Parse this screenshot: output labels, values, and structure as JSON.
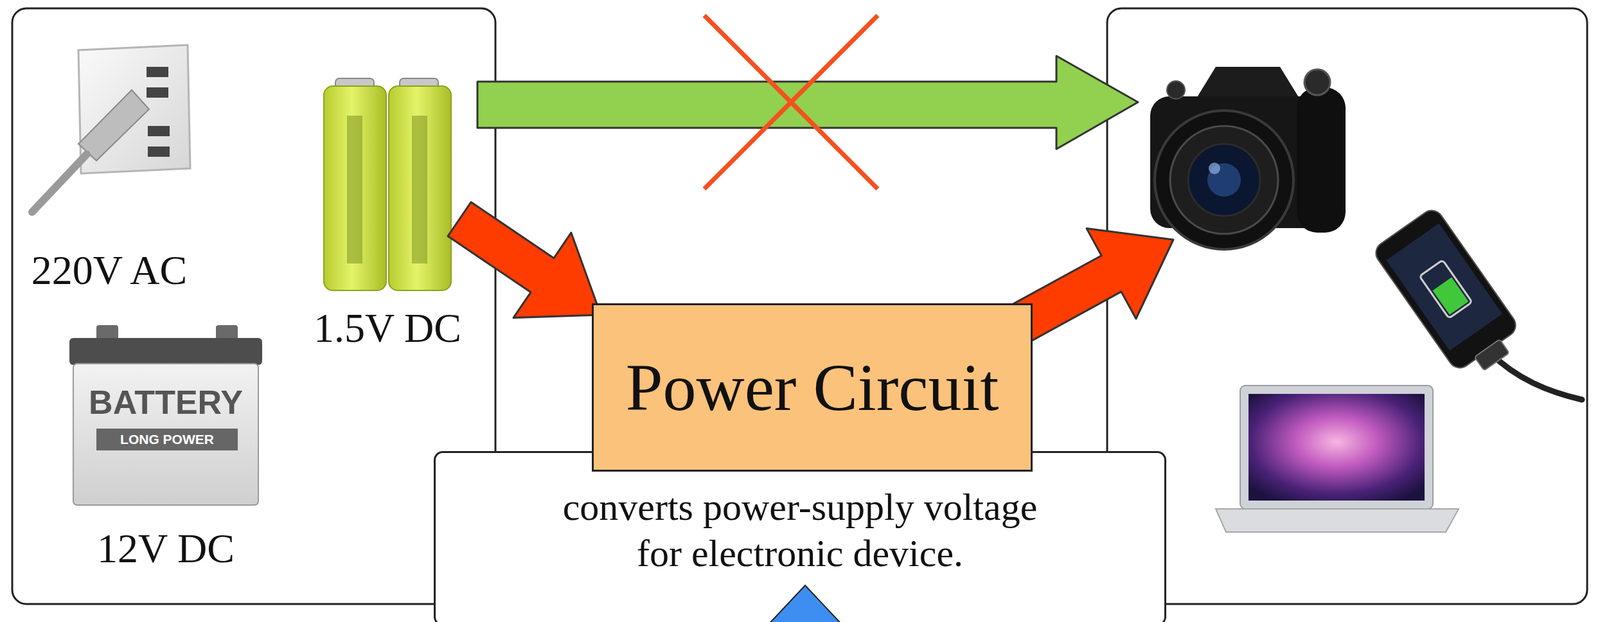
{
  "diagram": {
    "nodes": [
      {
        "text": [
          "Power Circuit"
        ]
      },
      {
        "text": [
          "converts power-supply voltage for electronic device."
        ]
      }
    ],
    "labels": [
      "220V AC",
      "1.5V DC",
      "12V DC",
      "BATTERY",
      "LONG POWER"
    ]
  }
}
